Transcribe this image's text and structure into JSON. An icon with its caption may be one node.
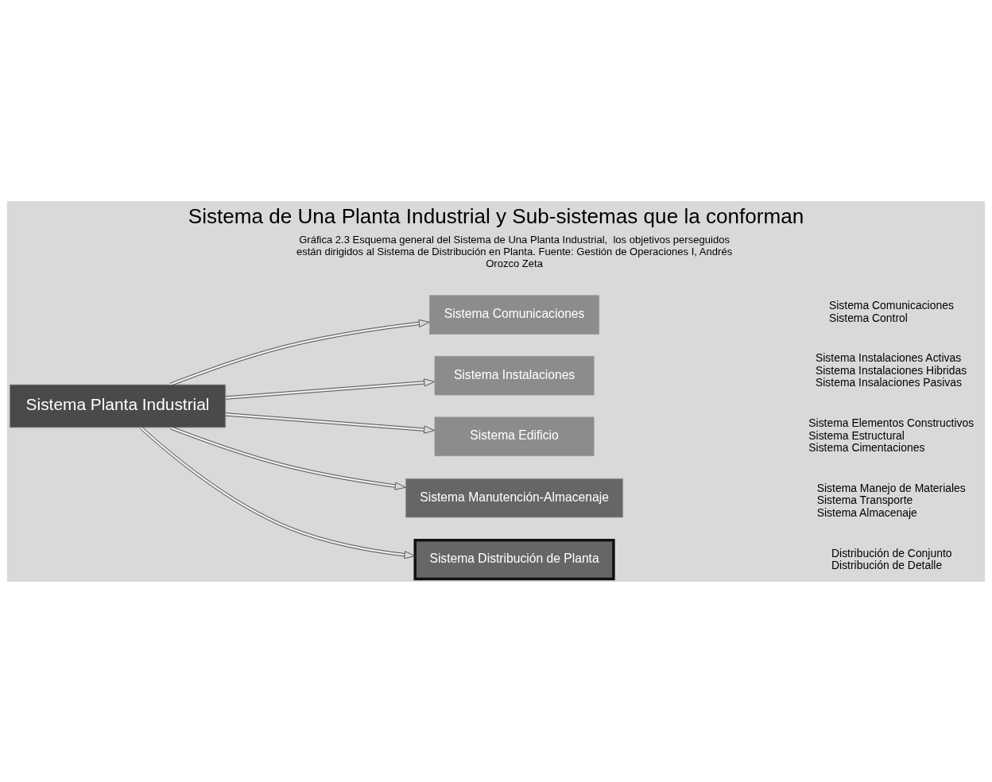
{
  "diagram": {
    "title": "Sistema de Una Planta Industrial y Sub-sistemas que la conforman",
    "caption": "Gráfica 2.3 Esquema general del Sistema de Una Planta Industrial,  los objetivos perseguidos están dirigidos al Sistema de Distribución en Planta. Fuente: Gestión de Operaciones I, Andrés Orozco Zeta",
    "nodes": [
      {
        "text": [
          "Sistema Planta Industrial"
        ]
      },
      {
        "text": [
          "Sistema Distribución de Planta"
        ],
        "beside": [
          "Distribución de Conjunto",
          "Distribución de Detalle"
        ]
      },
      {
        "text": [
          "Sistema Manutención-Almacenaje"
        ],
        "beside": [
          "Sistema Manejo de Materiales",
          "Sistema Transporte",
          "Sistema Almacenaje"
        ]
      },
      {
        "text": [
          "Sistema Edificio"
        ],
        "beside": [
          "Sistema Elementos Constructivos",
          "Sistema Estructural",
          "Sistema Cimentaciones"
        ]
      },
      {
        "text": [
          "Sistema Instalaciones"
        ],
        "beside": [
          "Sistema Instalaciones Activas",
          "Sistema Instalaciones Hibridas",
          "Sistema Insalaciones Pasivas"
        ]
      },
      {
        "text": [
          "Sistema Comunicaciones"
        ],
        "beside": [
          "Sistema Comunicaciones",
          "Sistema Control"
        ]
      }
    ],
    "edges": [
      {
        "from": 0,
        "to": 1,
        "arrow": "to"
      },
      {
        "from": 0,
        "to": 2,
        "arrow": "to"
      },
      {
        "from": 0,
        "to": 3,
        "arrow": "to"
      },
      {
        "from": 0,
        "to": 4,
        "arrow": "to"
      },
      {
        "from": 0,
        "to": 5,
        "arrow": "to"
      }
    ]
  }
}
